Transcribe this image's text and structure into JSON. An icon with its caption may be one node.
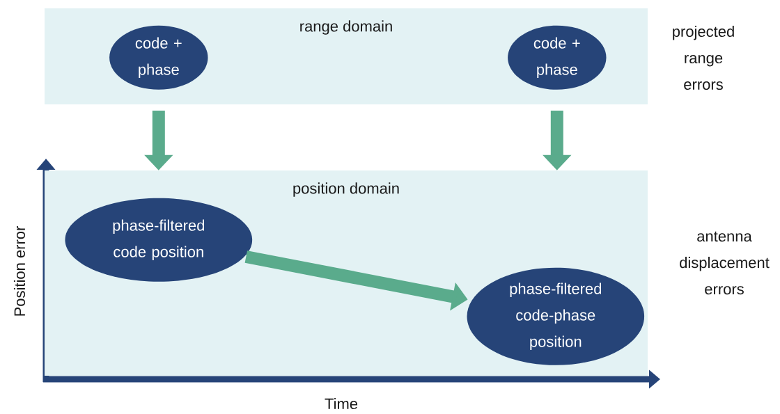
{
  "diagram": {
    "nodes": [
      {
        "text": [
          "range domain"
        ]
      },
      {
        "text": [
          "code + phase"
        ],
        "in": 0
      },
      {
        "text": [
          "code + phase"
        ],
        "in": 0
      },
      {
        "text": [
          "position domain"
        ]
      },
      {
        "text": [
          "phase-filtered code position"
        ],
        "in": 3
      },
      {
        "text": [
          "phase-filtered code-phase position"
        ],
        "in": 3
      }
    ],
    "edges": [
      {
        "from": 1,
        "to": 3,
        "arrow": "to"
      },
      {
        "from": 2,
        "to": 3,
        "arrow": "to"
      },
      {
        "from": 4,
        "to": 5,
        "arrow": "to"
      }
    ],
    "labels": [
      "projected range errors",
      "antenna displacement errors",
      "Position error",
      "Time"
    ]
  }
}
